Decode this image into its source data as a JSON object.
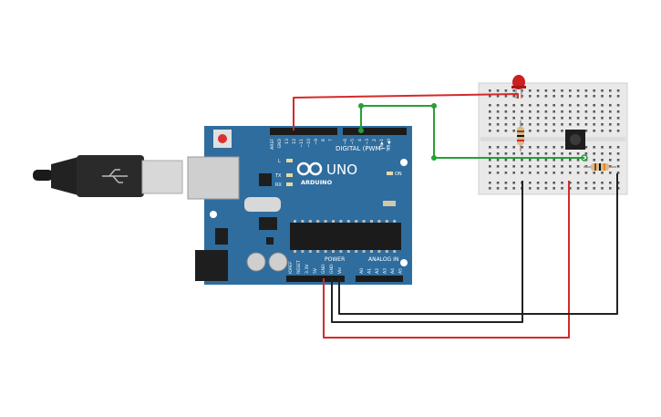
{
  "board": {
    "logo_main": "UNO",
    "logo_sub": "ARDUINO",
    "digital_label": "DIGITAL (PWM~)",
    "power_label": "POWER",
    "analog_label": "ANALOG IN",
    "led_on": "ON",
    "led_l": "L",
    "led_tx": "TX",
    "led_rx": "RX",
    "top_pins": [
      "AREF",
      "GND",
      "13",
      "12",
      "~11",
      "~10",
      "~9",
      "8",
      "7",
      "~6",
      "~5",
      "4",
      "~3",
      "2",
      "TX▶1",
      "RX◀0"
    ],
    "power_pins": [
      "IOREF",
      "RESET",
      "3.3V",
      "5V",
      "GND",
      "GND",
      "Vin"
    ],
    "analog_pins": [
      "A0",
      "A1",
      "A2",
      "A3",
      "A4",
      "A5"
    ]
  },
  "colors": {
    "board": "#2f6d9e",
    "wire_red": "#d42a2a",
    "wire_green": "#27a035",
    "wire_black": "#222222",
    "breadboard": "#e9e9e9"
  }
}
